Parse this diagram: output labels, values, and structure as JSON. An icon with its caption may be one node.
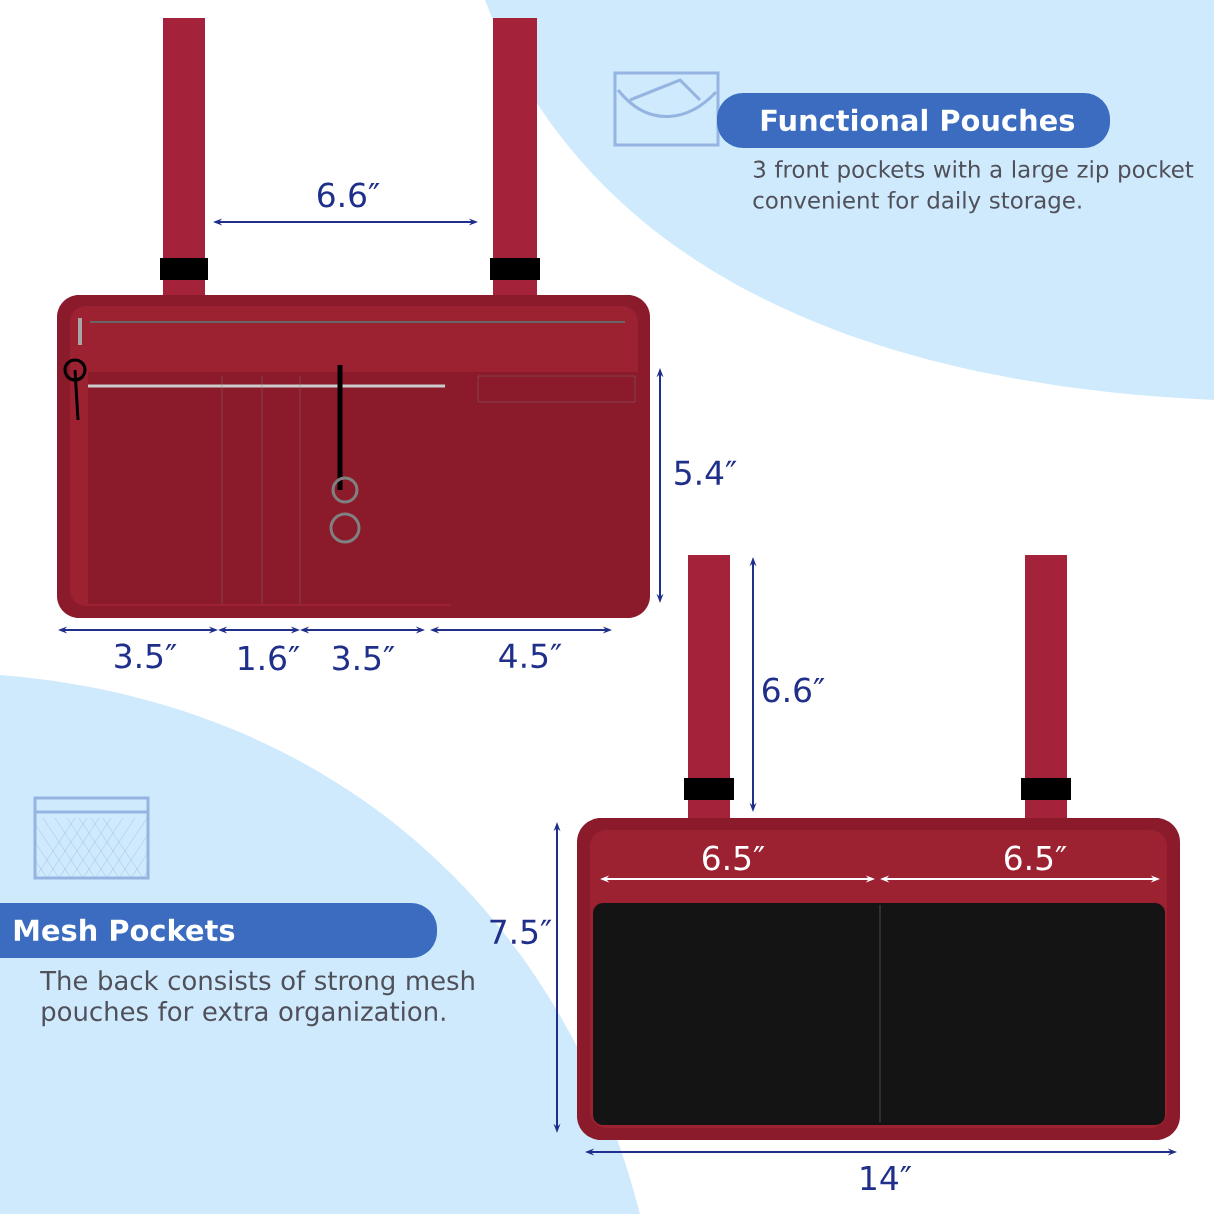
{
  "diagram": {
    "nodes": [
      {
        "text": [
          "Functional Pouches"
        ],
        "beside": [
          "3 front pockets with a large zip pocket convenient for daily storage."
        ]
      },
      {
        "text": [
          "Mesh Pockets"
        ],
        "beside": [
          "The back consists of strong mesh pouches for extra organization."
        ]
      }
    ],
    "labels": [
      "6.6″",
      "5.4″",
      "3.5″",
      "1.6″",
      "3.5″",
      "4.5″",
      "6.6″",
      "6.5″",
      "6.5″",
      "7.5″",
      "14″"
    ]
  }
}
